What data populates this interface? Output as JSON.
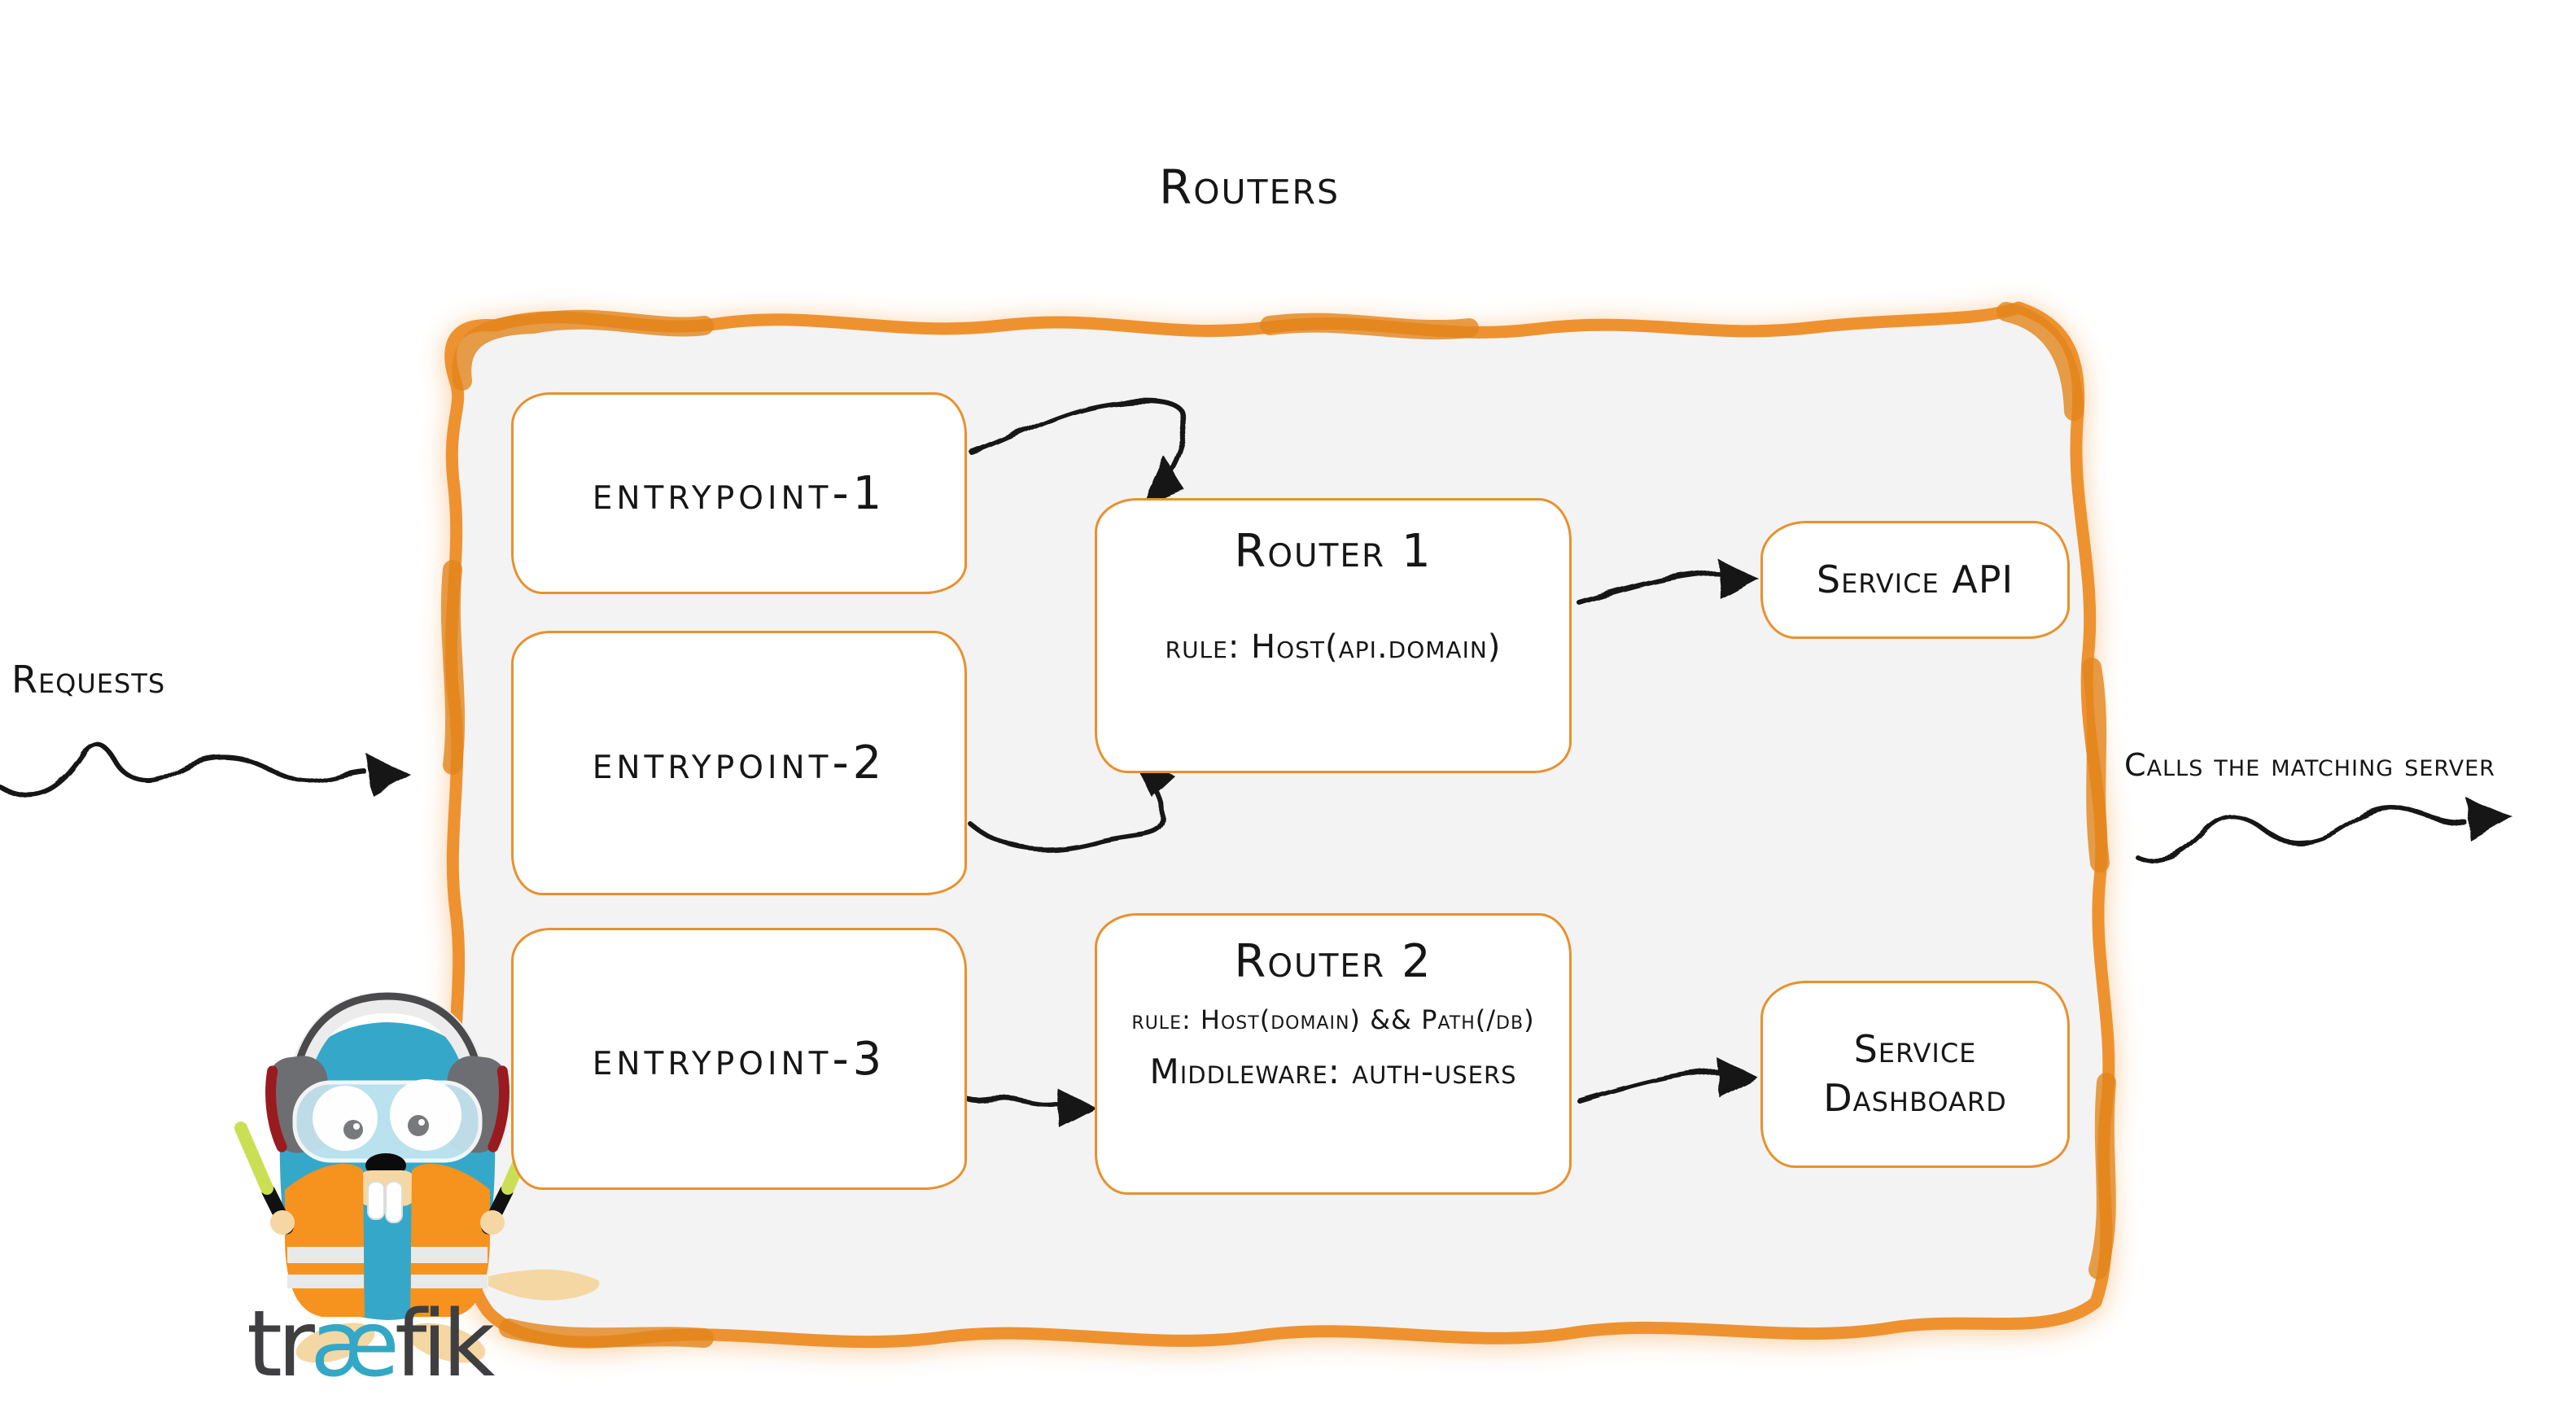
{
  "diagram_title": "Routers",
  "annotations": {
    "requests": "Requests",
    "calls": "Calls the matching server"
  },
  "entrypoints": [
    {
      "label": "entrypoint-1"
    },
    {
      "label": "entrypoint-2"
    },
    {
      "label": "entrypoint-3"
    }
  ],
  "routers": [
    {
      "name": "Router 1",
      "rule": "rule: Host(api.domain)"
    },
    {
      "name": "Router 2",
      "rule": "rule: Host(domain) && Path(/db)",
      "middleware": "Middleware: auth-users"
    }
  ],
  "services": [
    {
      "label": "Service API"
    },
    {
      "label": "Service Dashboard"
    }
  ],
  "logo": {
    "prefix": "tr",
    "ligature": "æ",
    "suffix": "fik"
  },
  "colors": {
    "accent_orange": "#EE9230",
    "container_fill": "#F3F3F3",
    "ink": "#161616",
    "gopher_blue": "#35A8CA",
    "vest_orange": "#F6921E",
    "stick_green": "#CBDF55",
    "logo_gray": "#3F3F41",
    "logo_teal": "#33A8C6"
  }
}
